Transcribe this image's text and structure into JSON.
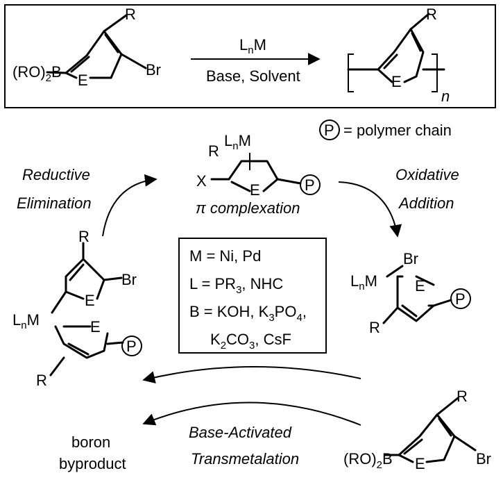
{
  "top_scheme": {
    "reagent": "LnM",
    "conditions": "Base, Solvent",
    "monomer_left_group": "(RO)2B",
    "monomer_right_group": "Br",
    "substituent": "R",
    "heteroatom": "E",
    "repeat_index": "n"
  },
  "legend": {
    "symbol": "P",
    "text": "= polymer chain"
  },
  "cycle": {
    "pi_complex": {
      "metal": "LnM",
      "substituent": "R",
      "leaving": "X",
      "heteroatom": "E",
      "polymer": "P",
      "caption": "π complexation"
    },
    "oxidative_addition": {
      "label_line1": "Oxidative",
      "label_line2": "Addition"
    },
    "oa_product": {
      "metal": "LnM",
      "halide": "Br",
      "heteroatom": "E",
      "substituent": "R",
      "polymer": "P"
    },
    "reductive_elimination": {
      "label_line1": "Reductive",
      "label_line2": "Elimination"
    },
    "re_precursor": {
      "metal": "LnM",
      "halide": "Br",
      "heteroatom_top": "E",
      "heteroatom_bottom": "E",
      "substituent_top": "R",
      "substituent_bottom": "R",
      "polymer": "P"
    },
    "transmetalation": {
      "label_line1": "Base-Activated",
      "label_line2": "Transmetalation"
    },
    "byproduct": {
      "line1": "boron",
      "line2": "byproduct"
    },
    "incoming_monomer": {
      "left_group": "(RO)2B",
      "right_group": "Br",
      "heteroatom": "E",
      "substituent": "R"
    }
  },
  "conditions_box": {
    "line1": "M = Ni, Pd",
    "line2": "L = PR3, NHC",
    "line3": "B = KOH, K3PO4,",
    "line4": "K2CO3, CsF"
  }
}
